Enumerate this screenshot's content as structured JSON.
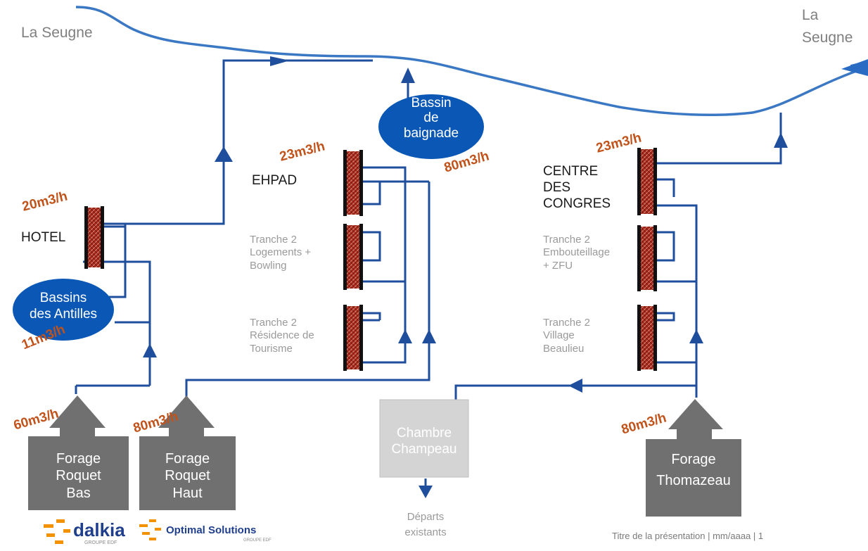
{
  "river": {
    "label_left": "La Seugne",
    "label_right": "La\nSeugne"
  },
  "pools": {
    "antilles": "Bassins\ndes Antilles",
    "baignade": "Bassin\nde\nbaignade"
  },
  "buildings": {
    "hotel": "HOTEL",
    "ehpad": "EHPAD",
    "centre": "CENTRE\nDES\nCONGRES",
    "t2_logements": "Tranche  2\nLogements  +\nBowling",
    "t2_residence": "Tranche  2\nRésidence  de\nTourisme",
    "t2_embouteillage": "Tranche  2\nEmbouteillage\n+ ZFU",
    "t2_village": "Tranche  2\nVillage\nBeaulieu"
  },
  "flows": {
    "hotel": "20m3/h",
    "antilles": "11m3/h",
    "ehpad": "23m3/h",
    "baignade": "80m3/h",
    "centre": "23m3/h",
    "roquet_bas": "60m3/h",
    "roquet_haut": "80m3/h",
    "thomazeau": "80m3/h"
  },
  "wells": {
    "roquet_bas": "Forage\nRoquet\nBas",
    "roquet_haut": "Forage\nRoquet\nHaut",
    "thomazeau": "Forage\nThomazeau"
  },
  "chambre": {
    "label": "Chambre\nChampeau",
    "departs": "Départs\nexistants"
  },
  "footer": {
    "dalkia": "dalkia",
    "dalkia_sub": "GROUPE EDF",
    "optimal": "Optimal Solutions",
    "optimal_sub": "GROUPE EDF",
    "caption": "Titre de la présentation  |  mm/aaaa  |  1"
  },
  "colors": {
    "pipe": "#1f4e9c",
    "river": "#3b78c4",
    "pool": "#0a57b5",
    "well": "#707070",
    "flow_text": "#c0521a",
    "exchanger": "#a5281b"
  }
}
